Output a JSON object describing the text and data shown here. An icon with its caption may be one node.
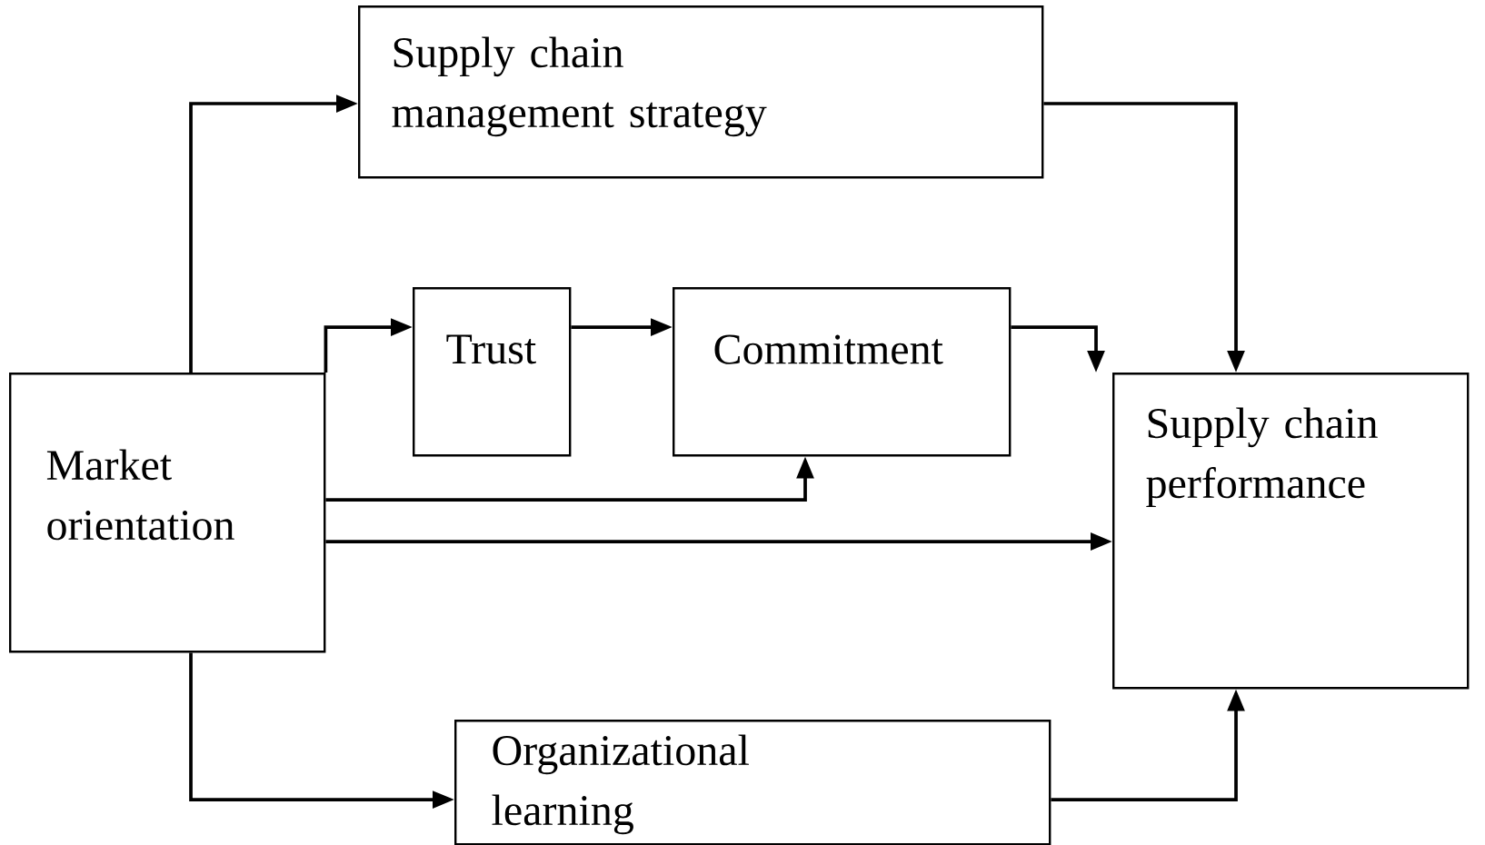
{
  "diagram": {
    "nodes": [
      {
        "text": [
          "Supply chain management strategy"
        ]
      },
      {
        "text": [
          "Trust"
        ]
      },
      {
        "text": [
          "Commitment"
        ]
      },
      {
        "text": [
          "Market orientation"
        ]
      },
      {
        "text": [
          "Supply chain performance"
        ]
      },
      {
        "text": [
          "Organizational learning"
        ]
      }
    ],
    "edges": [
      {
        "from": 3,
        "to": 0,
        "arrow": "to"
      },
      {
        "from": 3,
        "to": 1,
        "arrow": "to"
      },
      {
        "from": 1,
        "to": 2,
        "arrow": "to"
      },
      {
        "from": 2,
        "to": 4,
        "arrow": "to"
      },
      {
        "from": 0,
        "to": 4,
        "arrow": "to"
      },
      {
        "from": 3,
        "to": 2,
        "arrow": "to"
      },
      {
        "from": 3,
        "to": 4,
        "arrow": "to"
      },
      {
        "from": 3,
        "to": 5,
        "arrow": "to"
      },
      {
        "from": 5,
        "to": 4,
        "arrow": "to"
      }
    ]
  }
}
